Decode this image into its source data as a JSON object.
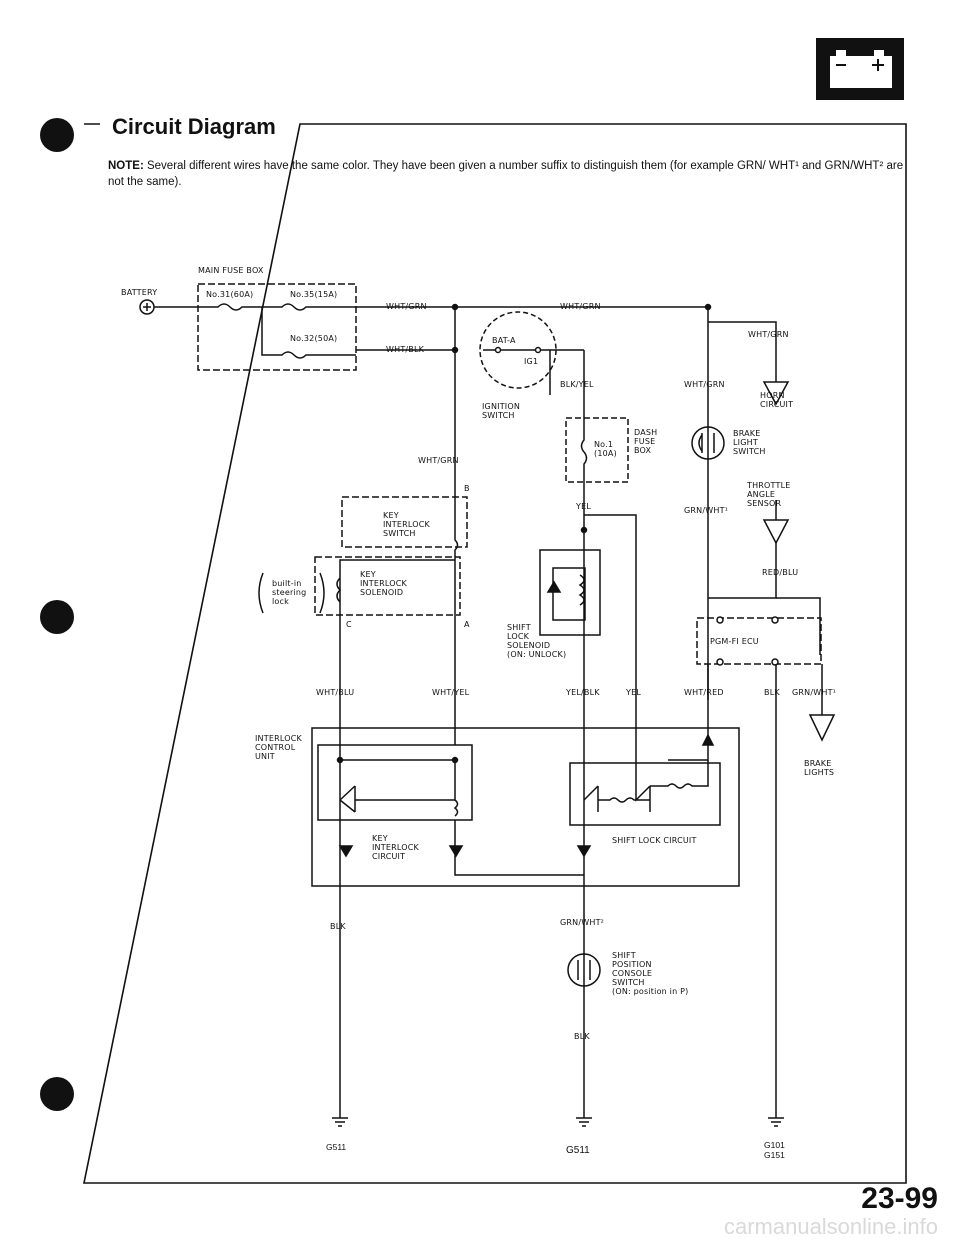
{
  "header": {
    "title": "Circuit Diagram",
    "note_prefix": "NOTE:",
    "note_text": " Several different wires have the same color. They have been given a number suffix to distinguish them (for example GRN/ WHT¹ and GRN/WHT² are not the same)."
  },
  "components": {
    "battery": "BATTERY",
    "main_fuse_box": "MAIN FUSE BOX",
    "fuse_31": "No.31(60A)",
    "fuse_35": "No.35(15A)",
    "fuse_32": "No.32(50A)",
    "bat_a": "BAT-A",
    "ig1": "IG1",
    "ignition_switch": "IGNITION\nSWITCH",
    "dash_fuse_box": "DASH\nFUSE\nBOX",
    "fuse_no1": "No.1\n(10A)",
    "horn_circuit": "HORN\nCIRCUIT",
    "brake_light_switch": "BRAKE\nLIGHT\nSWITCH",
    "throttle_sensor": "THROTTLE\nANGLE\nSENSOR",
    "key_interlock_switch": "KEY\nINTERLOCK\nSWITCH",
    "built_in_lock": "built-in\nsteering\nlock",
    "key_interlock_solenoid": "KEY\nINTERLOCK\nSOLENOID",
    "shift_lock_solenoid": "SHIFT\nLOCK\nSOLENOID\n(ON: UNLOCK)",
    "pgm_fi_ecu": "PGM-FI ECU",
    "interlock_control_unit": "INTERLOCK\nCONTROL\nUNIT",
    "key_interlock_circuit": "KEY\nINTERLOCK\nCIRCUIT",
    "shift_lock_circuit": "SHIFT LOCK CIRCUIT",
    "brake_lights": "BRAKE\nLIGHTS",
    "shift_position_switch": "SHIFT\nPOSITION\nCONSOLE\nSWITCH\n(ON: position in P)",
    "term_b": "B",
    "term_c": "C",
    "term_a": "A"
  },
  "wires": {
    "wht_grn_1": "WHT/GRN",
    "wht_grn_2": "WHT/GRN",
    "wht_grn_3": "WHT/GRN",
    "wht_grn_4": "WHT/GRN",
    "wht_grn_5": "WHT/GRN",
    "wht_blk": "WHT/BLK",
    "blk_yel": "BLK/YEL",
    "yel_1": "YEL",
    "grn_wht1_a": "GRN/WHT¹",
    "red_blu": "RED/BLU",
    "wht_blu": "WHT/BLU",
    "wht_yel": "WHT/YEL",
    "yel_blk": "YEL/BLK",
    "yel_2": "YEL",
    "wht_red": "WHT/RED",
    "blk_1": "BLK",
    "grn_wht1_b": "GRN/WHT¹",
    "blk_2": "BLK",
    "grn_wht2": "GRN/WHT²",
    "blk_3": "BLK"
  },
  "grounds": {
    "g_left": "G511",
    "g_center": "G511",
    "g_right": "G101\nG151"
  },
  "footer": {
    "page_number": "23-99",
    "watermark": "carmanualsonline.info"
  }
}
